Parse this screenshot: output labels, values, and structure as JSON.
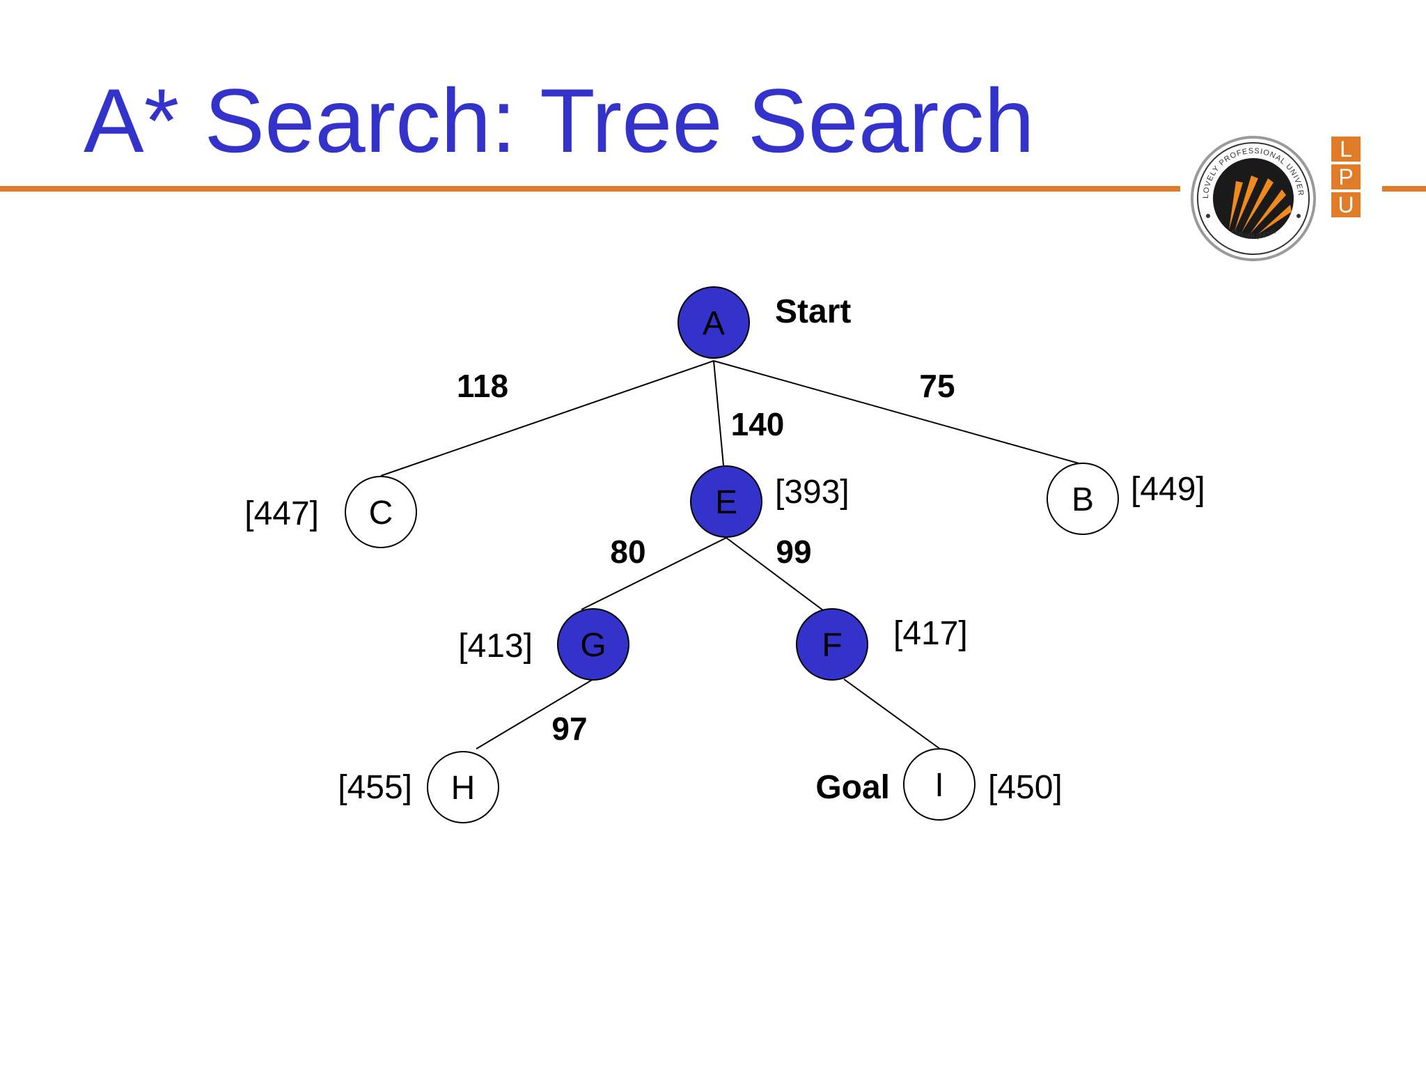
{
  "title": "A* Search: Tree Search",
  "colors": {
    "title": "#3333cc",
    "rule": "#e07b27",
    "expanded_fill": "#3333cc",
    "unexpanded_fill": "#ffffff",
    "edge": "#000000"
  },
  "logo": {
    "ring_text": "LOVELY PROFESSIONAL UNIVERSITY",
    "bottom_text": "PUNJAB (INDIA)",
    "letters": [
      "L",
      "P",
      "U"
    ]
  },
  "nodes": [
    {
      "id": "A",
      "label": "A",
      "expanded": true,
      "annotation": "Start",
      "annotation_bold": true
    },
    {
      "id": "C",
      "label": "C",
      "expanded": false,
      "annotation": "[447]",
      "annotation_bold": false
    },
    {
      "id": "E",
      "label": "E",
      "expanded": true,
      "annotation": "[393]",
      "annotation_bold": false
    },
    {
      "id": "B",
      "label": "B",
      "expanded": false,
      "annotation": "[449]",
      "annotation_bold": false
    },
    {
      "id": "G",
      "label": "G",
      "expanded": true,
      "annotation": "[413]",
      "annotation_bold": false
    },
    {
      "id": "F",
      "label": "F",
      "expanded": true,
      "annotation": "[417]",
      "annotation_bold": false
    },
    {
      "id": "H",
      "label": "H",
      "expanded": false,
      "annotation": "[455]",
      "annotation_bold": false
    },
    {
      "id": "I",
      "label": "I",
      "expanded": false,
      "annotation": "[450]",
      "annotation_bold": false,
      "extra_annotation": "Goal"
    }
  ],
  "edges": [
    {
      "from": "A",
      "to": "C",
      "cost": "118"
    },
    {
      "from": "A",
      "to": "E",
      "cost": "140"
    },
    {
      "from": "A",
      "to": "B",
      "cost": "75"
    },
    {
      "from": "E",
      "to": "G",
      "cost": "80"
    },
    {
      "from": "E",
      "to": "F",
      "cost": "99"
    },
    {
      "from": "G",
      "to": "H",
      "cost": "97"
    },
    {
      "from": "F",
      "to": "I",
      "cost": ""
    }
  ]
}
